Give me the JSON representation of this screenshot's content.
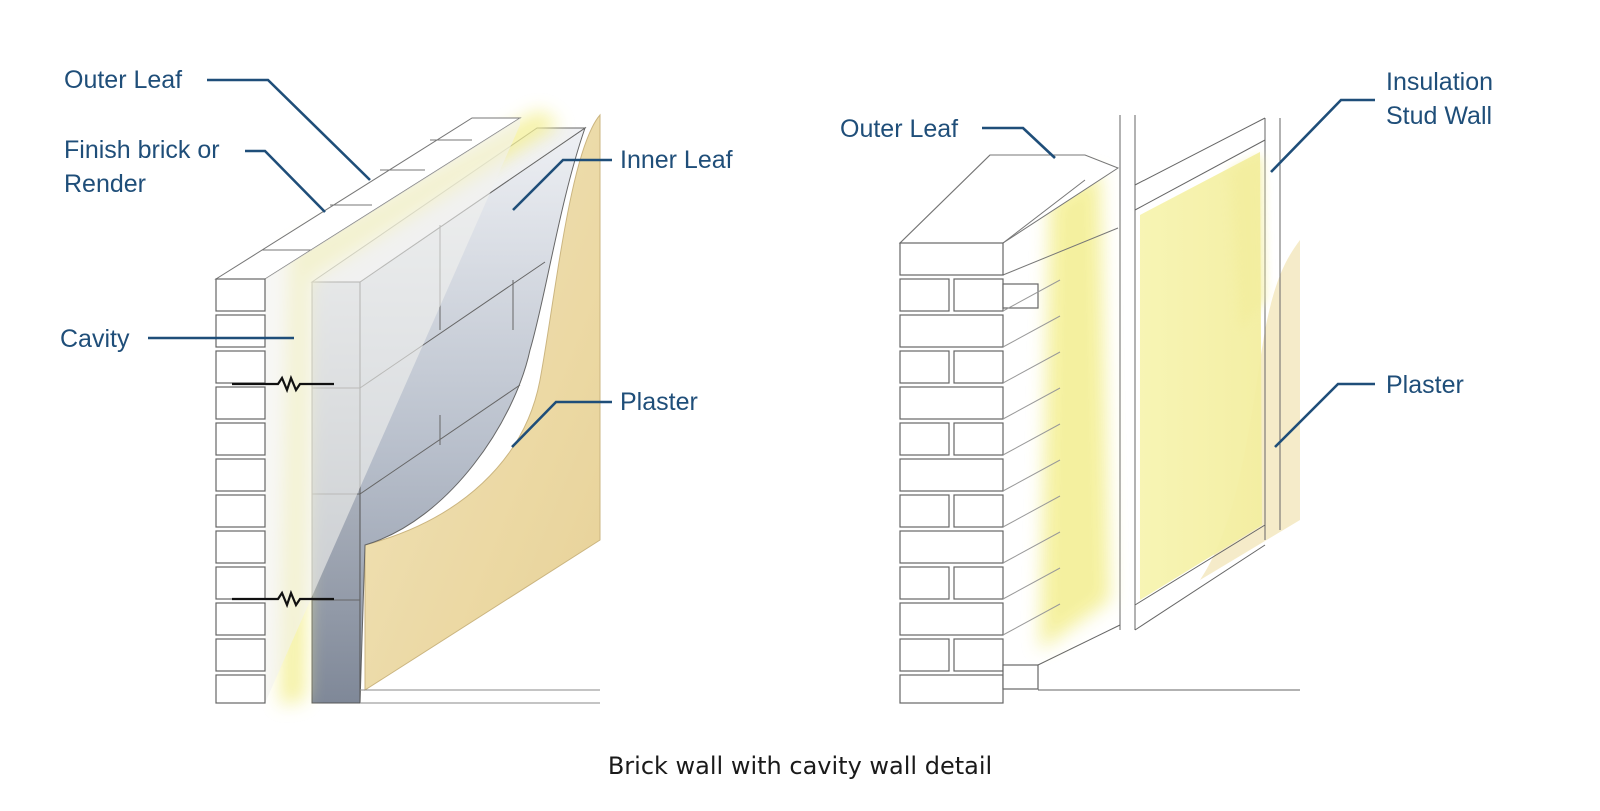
{
  "labels": {
    "left": {
      "outer_leaf": "Outer Leaf",
      "finish_line1": "Finish brick or",
      "finish_line2": "Render",
      "cavity": "Cavity",
      "inner_leaf": "Inner Leaf",
      "plaster": "Plaster"
    },
    "right": {
      "outer_leaf": "Outer Leaf",
      "insulation": "Insulation",
      "stud_wall": "Stud Wall",
      "plaster": "Plaster"
    }
  },
  "caption": "Brick wall with cavity wall detail",
  "colors": {
    "label_text": "#1f4e79",
    "leader_line": "#1f4e79",
    "insulation_yellow": "#f6f3a6",
    "plaster_tan": "#e9d7a4",
    "block_grey": "#a9b1bf",
    "outline": "#555555"
  }
}
